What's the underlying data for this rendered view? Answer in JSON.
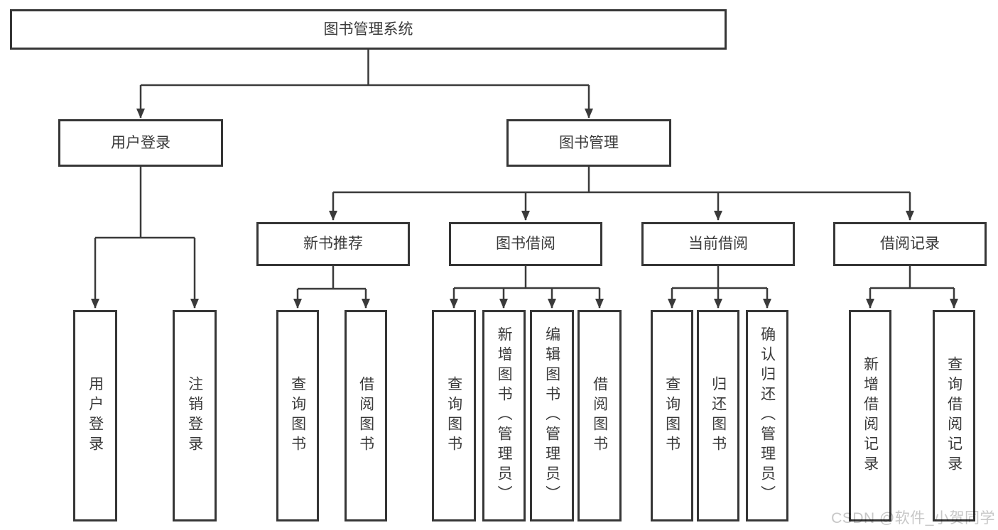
{
  "diagram": {
    "title": "图书管理系统",
    "nodes": {
      "root": {
        "label": "图书管理系统"
      },
      "user_login": {
        "label": "用户登录"
      },
      "book_mgmt": {
        "label": "图书管理"
      },
      "new_book_rec": {
        "label": "新书推荐"
      },
      "book_borrow": {
        "label": "图书借阅"
      },
      "current_borrow": {
        "label": "当前借阅"
      },
      "borrow_record": {
        "label": "借阅记录"
      },
      "leaf_user_login": {
        "label": "用户登录"
      },
      "leaf_logout": {
        "label": "注销登录"
      },
      "leaf_rec_query_book": {
        "label": "查询图书"
      },
      "leaf_rec_borrow_book": {
        "label": "借阅图书"
      },
      "leaf_bb_query_book": {
        "label": "查询图书"
      },
      "leaf_bb_add_book": {
        "label": "新增图书（管理员）"
      },
      "leaf_bb_edit_book": {
        "label": "编辑图书（管理员）"
      },
      "leaf_bb_borrow_book": {
        "label": "借阅图书"
      },
      "leaf_cb_query_book": {
        "label": "查询图书"
      },
      "leaf_cb_return_book": {
        "label": "归还图书"
      },
      "leaf_cb_confirm_return": {
        "label": "确认归还（管理员）"
      },
      "leaf_br_add_record": {
        "label": "新增借阅记录"
      },
      "leaf_br_query_record": {
        "label": "查询借阅记录"
      }
    },
    "hierarchy": {
      "图书管理系统": {
        "用户登录": [
          "用户登录",
          "注销登录"
        ],
        "图书管理": {
          "新书推荐": [
            "查询图书",
            "借阅图书"
          ],
          "图书借阅": [
            "查询图书",
            "新增图书（管理员）",
            "编辑图书（管理员）",
            "借阅图书"
          ],
          "当前借阅": [
            "查询图书",
            "归还图书",
            "确认归还（管理员）"
          ],
          "借阅记录": [
            "新增借阅记录",
            "查询借阅记录"
          ]
        }
      }
    },
    "colors": {
      "line": "#3a3a3a",
      "box_border": "#363636",
      "box_fill": "#ffffff",
      "text": "#3a3a3a",
      "watermark_text": "#c7c7c7",
      "background": "#ffffff"
    }
  },
  "watermark": {
    "text": "CSDN @软件_小贺同学"
  }
}
